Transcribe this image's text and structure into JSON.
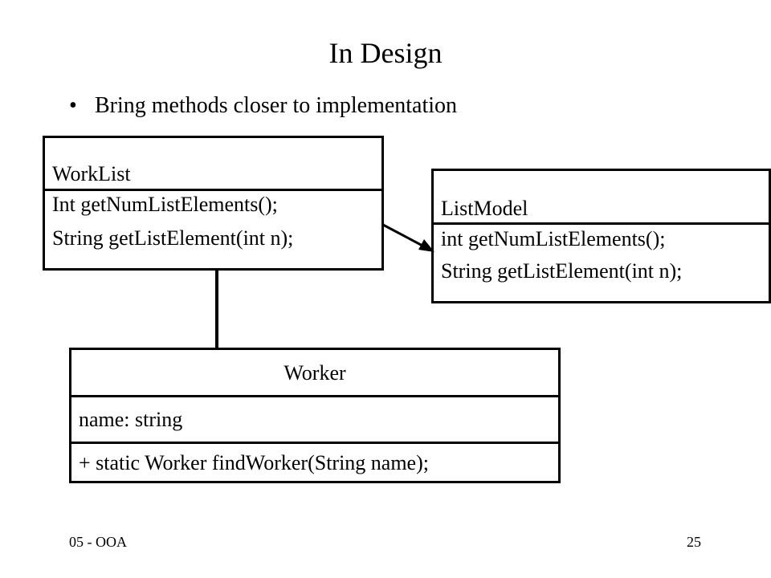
{
  "slide": {
    "title": "In Design",
    "bullets": [
      "Bring methods closer to implementation"
    ]
  },
  "diagram": {
    "classes": {
      "worklist": {
        "name": "WorkList",
        "methods": [
          "Int getNumListElements();",
          "String getListElement(int n);"
        ]
      },
      "listmodel": {
        "name": "ListModel",
        "methods": [
          "int getNumListElements();",
          "String getListElement(int n);"
        ]
      },
      "worker": {
        "name": "Worker",
        "attributes": [
          "name: string"
        ],
        "methods": [
          "+ static Worker findWorker(String name);"
        ]
      }
    }
  },
  "footer": {
    "left": "05 - OOA",
    "right": "25"
  }
}
